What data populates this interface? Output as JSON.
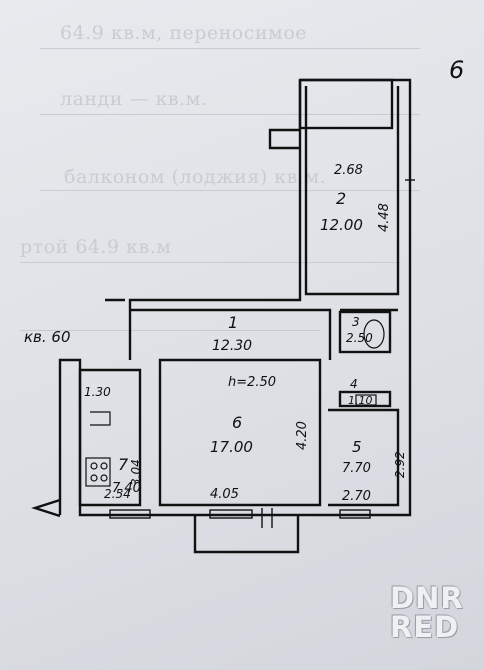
{
  "header": {
    "sheet_number": "6",
    "bg_lines": [
      "64.9 кв.м, переносимое",
      "ланди — кв.м.",
      "балконом (лоджия) кв.м.",
      "ртой 64.9 кв.м"
    ]
  },
  "plan": {
    "apartment_label": "кв. 60",
    "rooms": [
      {
        "number": "1",
        "area": "12.30",
        "extra": "h=2.50"
      },
      {
        "number": "2",
        "area": "12.00"
      },
      {
        "number": "3",
        "area": "2.50"
      },
      {
        "number": "4",
        "area": "1.10"
      },
      {
        "number": "5",
        "area": "7.70"
      },
      {
        "number": "6",
        "area": "17.00"
      },
      {
        "number": "7",
        "area": "7.40"
      }
    ],
    "dimensions": [
      "2.68",
      "4.48",
      "1.30",
      "3.04",
      "2.54",
      "4.20",
      "4.05",
      "2.92",
      "2.70"
    ]
  },
  "watermark": {
    "line1": "DNR",
    "line2": "RED"
  }
}
